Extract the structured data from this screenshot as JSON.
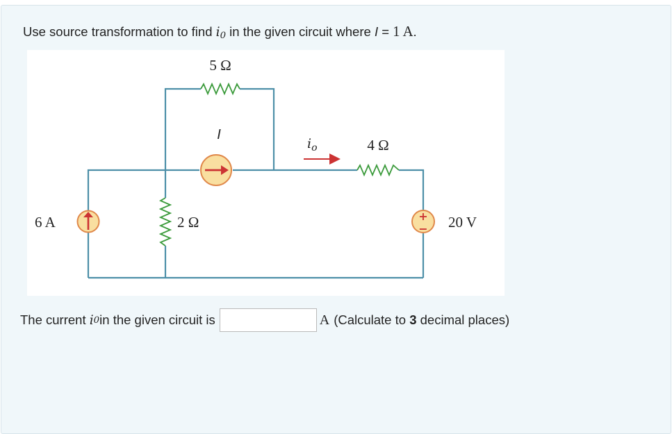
{
  "question": {
    "prefix": "Use source transformation to find ",
    "var_i": "i",
    "var_sub": "0",
    "middle": " in the given circuit where ",
    "var_I": "I",
    "equals": " = ",
    "value": "1 A",
    "period": "."
  },
  "circuit": {
    "r_top": "5 Ω",
    "r_mid": "2 Ω",
    "r_right": "4 Ω",
    "current_source_left": "6 A",
    "current_source_mid": "I",
    "voltage_source": "20 V",
    "current_label_i": "i",
    "current_label_sub": "o",
    "plus_sign": "+",
    "minus_sign": "−",
    "colors": {
      "wire": "#4d8fa8",
      "source_fill": "#f9dfa0",
      "source_stroke": "#e0884a",
      "arrow": "#cc3333",
      "resistor": "#3a9a3a"
    }
  },
  "answer": {
    "prefix": "The current ",
    "var_i": "i",
    "var_sub": "0",
    "middle": " in the given circuit is",
    "input_value": "",
    "unit": "A",
    "hint_open": "(Calculate to ",
    "hint_bold": "3",
    "hint_close": " decimal places)"
  }
}
